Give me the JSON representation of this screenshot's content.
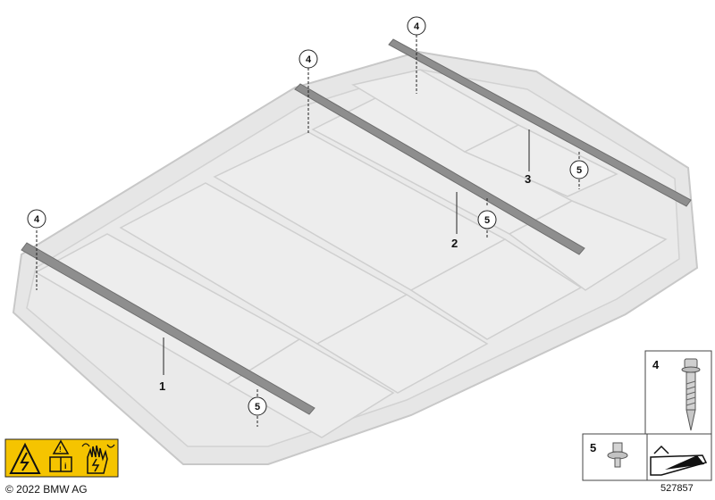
{
  "copyright": "© 2022 BMW AG",
  "diagram_id": "527857",
  "part_labels": {
    "p1": "1",
    "p2": "2",
    "p3": "3",
    "c4a": "4",
    "c4b": "4",
    "c4c": "4",
    "c5a": "5",
    "c5b": "5",
    "c5c": "5"
  },
  "legend": {
    "bolt_label": "4",
    "screw_label": "5"
  },
  "colors": {
    "tray": "#e6e6e6",
    "tray_edge": "#c8c8c8",
    "module": "#ececec",
    "rail": "#8e8e8e",
    "warning_yellow": "#f5c400"
  },
  "icons": [
    "high-voltage-warning-icon",
    "caution-manual-icon",
    "do-not-touch-hand-icon",
    "torque-wedge-icon"
  ]
}
